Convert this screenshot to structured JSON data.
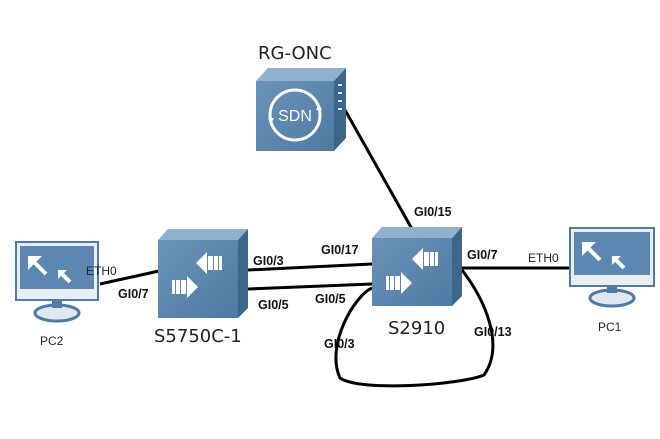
{
  "controller": {
    "label": "RG-ONC",
    "badge": "SDN"
  },
  "switch_left": {
    "label": "S5750C-1"
  },
  "switch_right": {
    "label": "S2910"
  },
  "pc_left": {
    "label": "PC2"
  },
  "pc_right": {
    "label": "PC1"
  },
  "ports": {
    "pc2_eth": "ETH0",
    "s5750_to_pc2": "GI0/7",
    "s5750_top": "GI0/3",
    "s5750_bottom": "GI0/5",
    "s2910_top_left": "GI0/17",
    "s2910_mid_left": "GI0/5",
    "s2910_loop_left": "GI0/3",
    "s2910_uplink": "GI0/15",
    "s2910_to_pc1": "GI0/7",
    "s2910_loop_right": "GI0/13",
    "pc1_eth": "ETH0"
  },
  "colors": {
    "device_face": "#5f86ac",
    "device_top": "#8fb0cf",
    "device_side": "#3e6688",
    "pc_screen": "#5b87b0",
    "link": "#000000"
  }
}
